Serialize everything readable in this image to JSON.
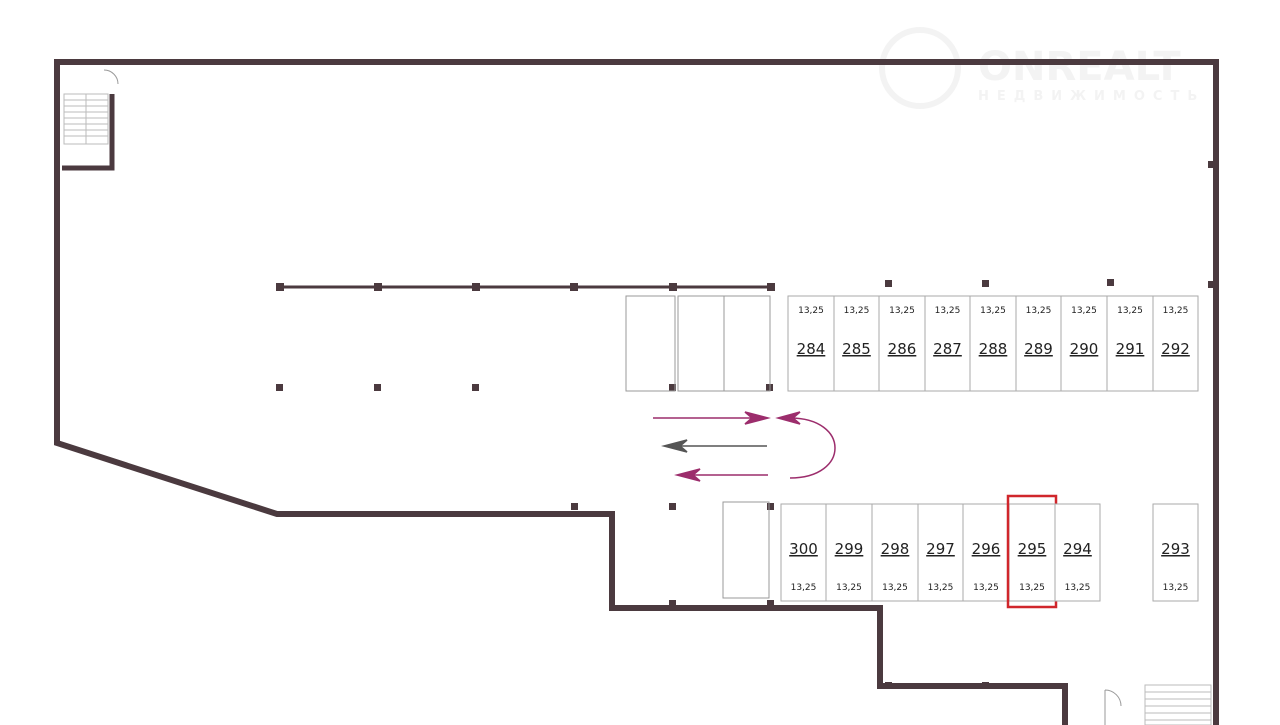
{
  "watermark": {
    "brand": "ONREALT",
    "tagline": "НЕДВИЖИМОСТЬ"
  },
  "colors": {
    "wall": "#4b3a3f",
    "arrow": "#9c2d6c",
    "arrow_gray": "#555555",
    "highlight": "#d0262b",
    "spot_border": "#aaaaaa"
  },
  "selected_spot": "295",
  "top_row": [
    {
      "number": "284",
      "area": "13,25"
    },
    {
      "number": "285",
      "area": "13,25"
    },
    {
      "number": "286",
      "area": "13,25"
    },
    {
      "number": "287",
      "area": "13,25"
    },
    {
      "number": "288",
      "area": "13,25"
    },
    {
      "number": "289",
      "area": "13,25"
    },
    {
      "number": "290",
      "area": "13,25"
    },
    {
      "number": "291",
      "area": "13,25"
    },
    {
      "number": "292",
      "area": "13,25"
    }
  ],
  "bottom_row": [
    {
      "number": "300",
      "area": "13,25"
    },
    {
      "number": "299",
      "area": "13,25"
    },
    {
      "number": "298",
      "area": "13,25"
    },
    {
      "number": "297",
      "area": "13,25"
    },
    {
      "number": "296",
      "area": "13,25"
    },
    {
      "number": "295",
      "area": "13,25"
    },
    {
      "number": "294",
      "area": "13,25"
    }
  ],
  "single_spot": {
    "number": "293",
    "area": "13,25"
  }
}
